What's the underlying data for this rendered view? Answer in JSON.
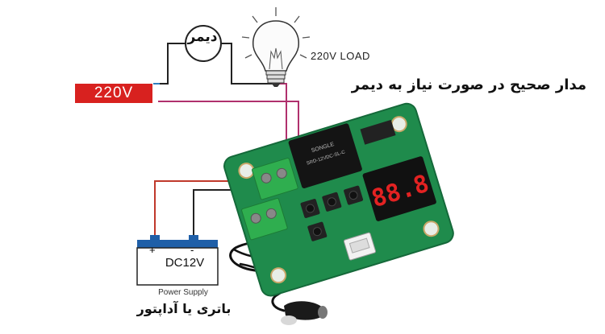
{
  "labels": {
    "mains_voltage": "220V",
    "dimmer": "دیمر",
    "load": "220V LOAD",
    "caption": "مدار صحیح در صورت نیاز به دیمر",
    "supply_voltage": "DC12V",
    "supply_plus": "+",
    "supply_minus": "-",
    "supply_name": "Power Supply",
    "supply_caption": "باتری یا آداپتور",
    "relay_text": "SRD-12VDC-SL-C",
    "relay_brand": "SONGLE"
  },
  "colors": {
    "mains_badge": "#d8211f",
    "wire_magenta": "#b0306d",
    "wire_blue": "#2f7fbf",
    "wire_dark": "#222222",
    "wire_red": "#c0392b",
    "pcb_green": "#1f8b4c",
    "terminal_green": "#2fae4f",
    "relay_black": "#141414",
    "display_red": "#e32222",
    "battery_terminal": "#1f5fa8"
  },
  "display_value": "88.8"
}
